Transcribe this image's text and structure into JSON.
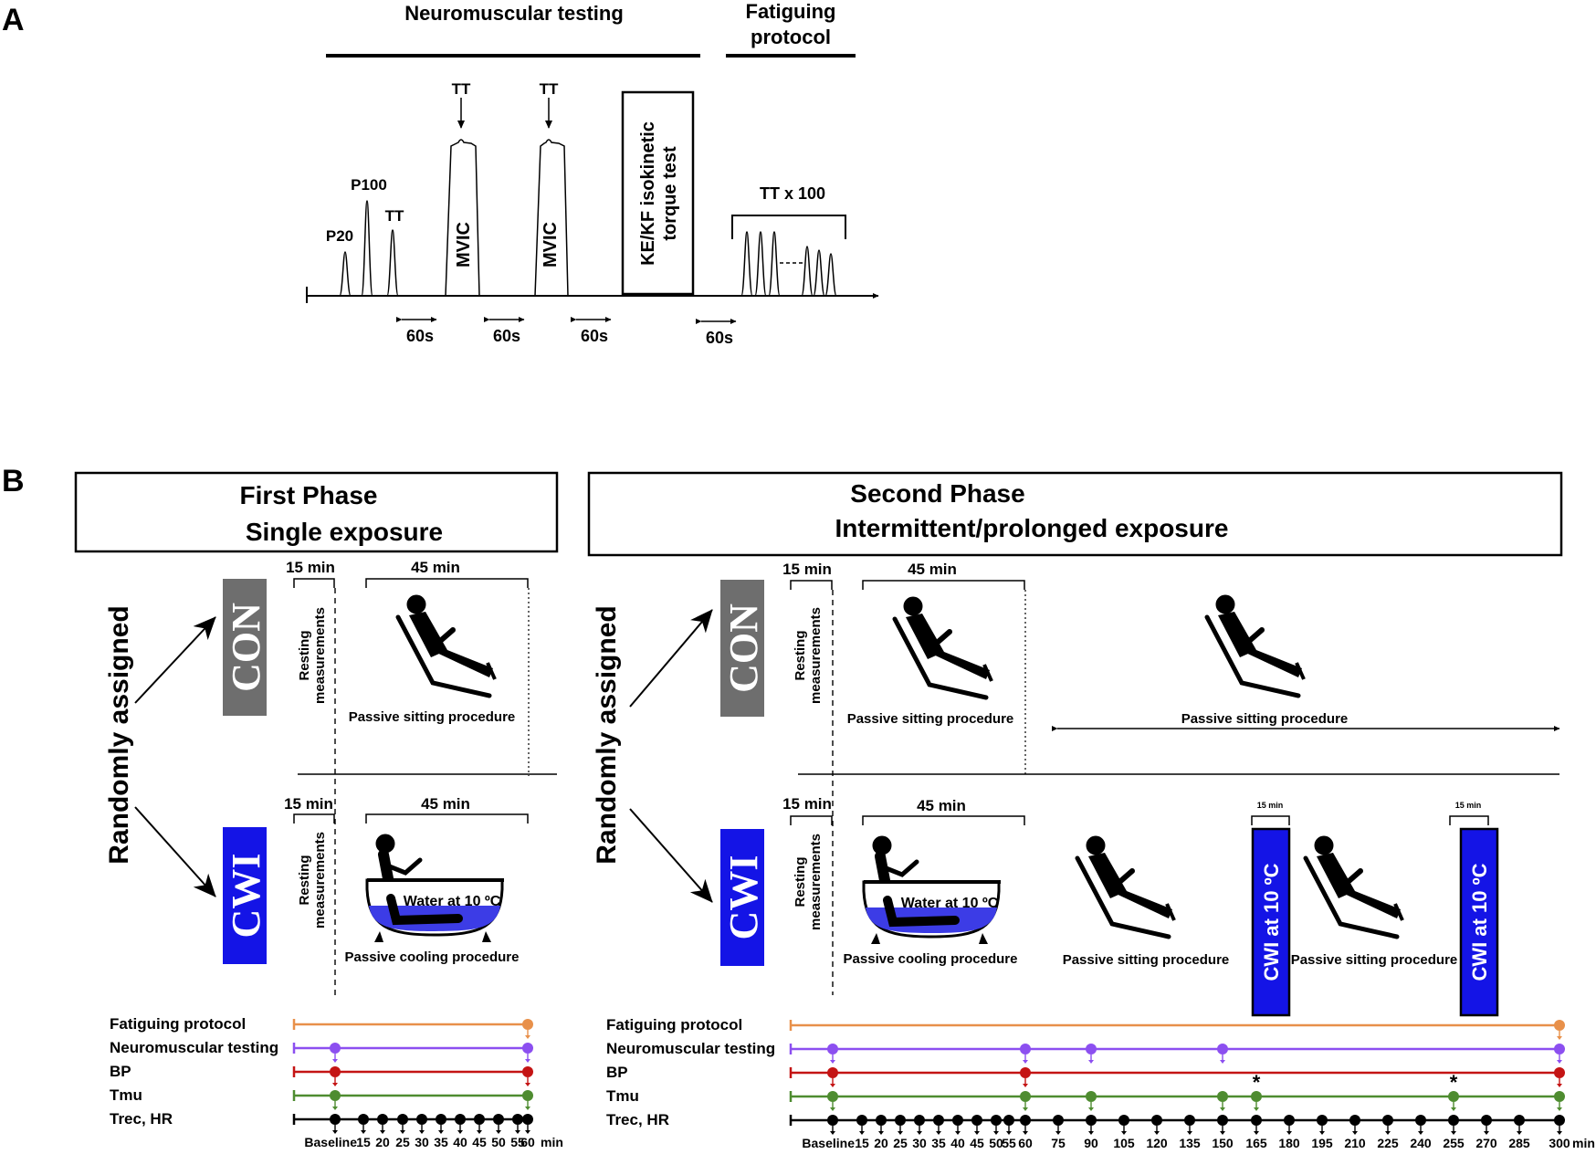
{
  "panel_a": {
    "letter": "A",
    "neuromuscular_testing": "Neuromuscular testing",
    "fatiguing_line1": "Fatiguing",
    "fatiguing_line2": "protocol",
    "p20": "P20",
    "p100": "P100",
    "tt": "TT",
    "mvic": "MVIC",
    "isokinetic_line1": "KE/KF isokinetic",
    "isokinetic_line2": "torque test",
    "tt_x100": "TT x 100",
    "interval": "60s"
  },
  "panel_b": {
    "letter": "B",
    "first_phase_title": "First Phase",
    "first_phase_sub": "Single exposure",
    "second_phase_title": "Second Phase",
    "second_phase_sub": "Intermittent/prolonged exposure",
    "randomly_assigned": "Randomly assigned",
    "con_label": "CON",
    "cwi_label": "CWI",
    "min15": "15 min",
    "min45": "45 min",
    "resting_line1": "Resting",
    "resting_line2": "measurements",
    "passive_sitting": "Passive sitting procedure",
    "passive_cooling": "Passive cooling procedure",
    "water_label": "Water at 10 ºC",
    "cwi_bar_label": "CWI at 10 ºC",
    "cwi_bar_duration": "15 min",
    "colors": {
      "con_gray": "#6e6e6e",
      "cwi_blue": "#1414e6",
      "water": "#3c3ce6"
    }
  },
  "timeline": {
    "rows": [
      {
        "label": "Fatiguing protocol",
        "color": "#e8904a"
      },
      {
        "label": "Neuromuscular testing",
        "color": "#8c4ff0"
      },
      {
        "label": "BP",
        "color": "#c41414"
      },
      {
        "label": "Tmu",
        "color": "#4e8c30"
      },
      {
        "label": "Trec, HR",
        "color": "#000000"
      }
    ],
    "left": {
      "ticks": [
        "Baseline",
        "15",
        "20",
        "25",
        "30",
        "35",
        "40",
        "45",
        "50",
        "55",
        "60"
      ],
      "fatiguing": [
        "60"
      ],
      "neuromuscular": [
        "Baseline",
        "60"
      ],
      "bp": [
        "Baseline",
        "60"
      ],
      "tmu": [
        "Baseline",
        "60"
      ],
      "unit": "min"
    },
    "right": {
      "ticks": [
        "Baseline",
        "15",
        "20",
        "25",
        "30",
        "35",
        "40",
        "45",
        "50",
        "55",
        "60",
        "75",
        "90",
        "105",
        "120",
        "135",
        "150",
        "165",
        "180",
        "195",
        "210",
        "225",
        "240",
        "255",
        "270",
        "285",
        "300"
      ],
      "fatiguing": [
        "300"
      ],
      "neuromuscular": [
        "Baseline",
        "60",
        "90",
        "150",
        "300"
      ],
      "bp": [
        "Baseline",
        "60",
        "300"
      ],
      "tmu": [
        "Baseline",
        "60",
        "90",
        "150",
        "165",
        "255",
        "300"
      ],
      "tmu_asterisk": [
        "165",
        "255"
      ],
      "asterisk": "*",
      "unit": "min"
    }
  }
}
